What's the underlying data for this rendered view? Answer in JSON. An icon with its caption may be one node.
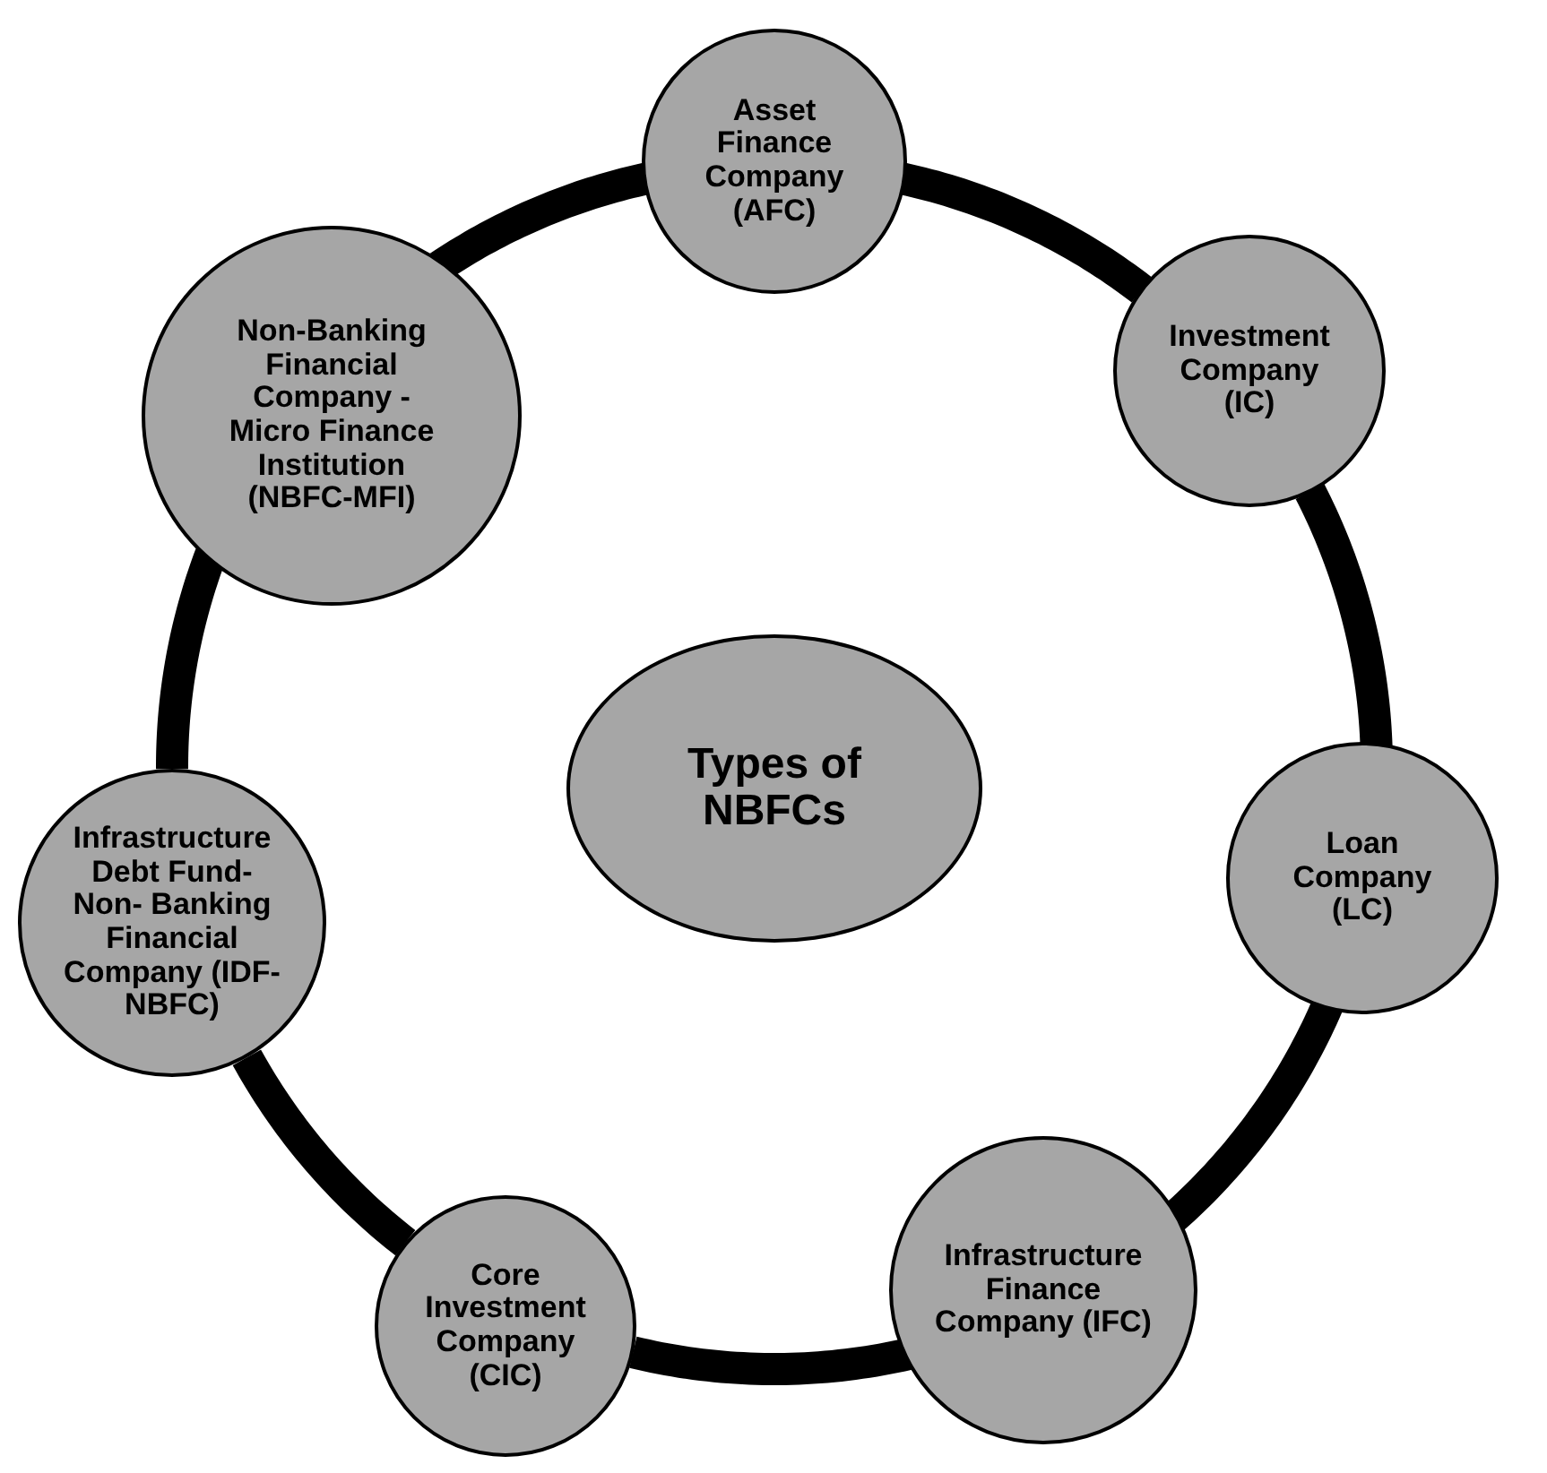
{
  "diagram": {
    "nodes": [
      {
        "text": [
          "Asset Finance Company (AFC)"
        ]
      },
      {
        "text": [
          "Non-Banking Financial Company - Micro Finance Institution (NBFC-MFI)"
        ]
      },
      {
        "text": [
          "Investment Company (IC)"
        ]
      },
      {
        "text": [
          "Types of NBFCs"
        ]
      },
      {
        "text": [
          "Infrastructure Debt Fund- Non- Banking Financial Company (IDF-NBFC)"
        ]
      },
      {
        "text": [
          "Loan Company (LC)"
        ]
      },
      {
        "text": [
          "Core Investment Company (CIC)"
        ]
      },
      {
        "text": [
          "Infrastructure Finance Company (IFC)"
        ]
      }
    ],
    "edges": [
      {
        "from": 0,
        "to": 2,
        "arrow": "none"
      },
      {
        "from": 2,
        "to": 5,
        "arrow": "none"
      },
      {
        "from": 5,
        "to": 7,
        "arrow": "none"
      },
      {
        "from": 7,
        "to": 6,
        "arrow": "none"
      },
      {
        "from": 6,
        "to": 4,
        "arrow": "none"
      },
      {
        "from": 4,
        "to": 1,
        "arrow": "none"
      },
      {
        "from": 1,
        "to": 0,
        "arrow": "none"
      }
    ]
  }
}
